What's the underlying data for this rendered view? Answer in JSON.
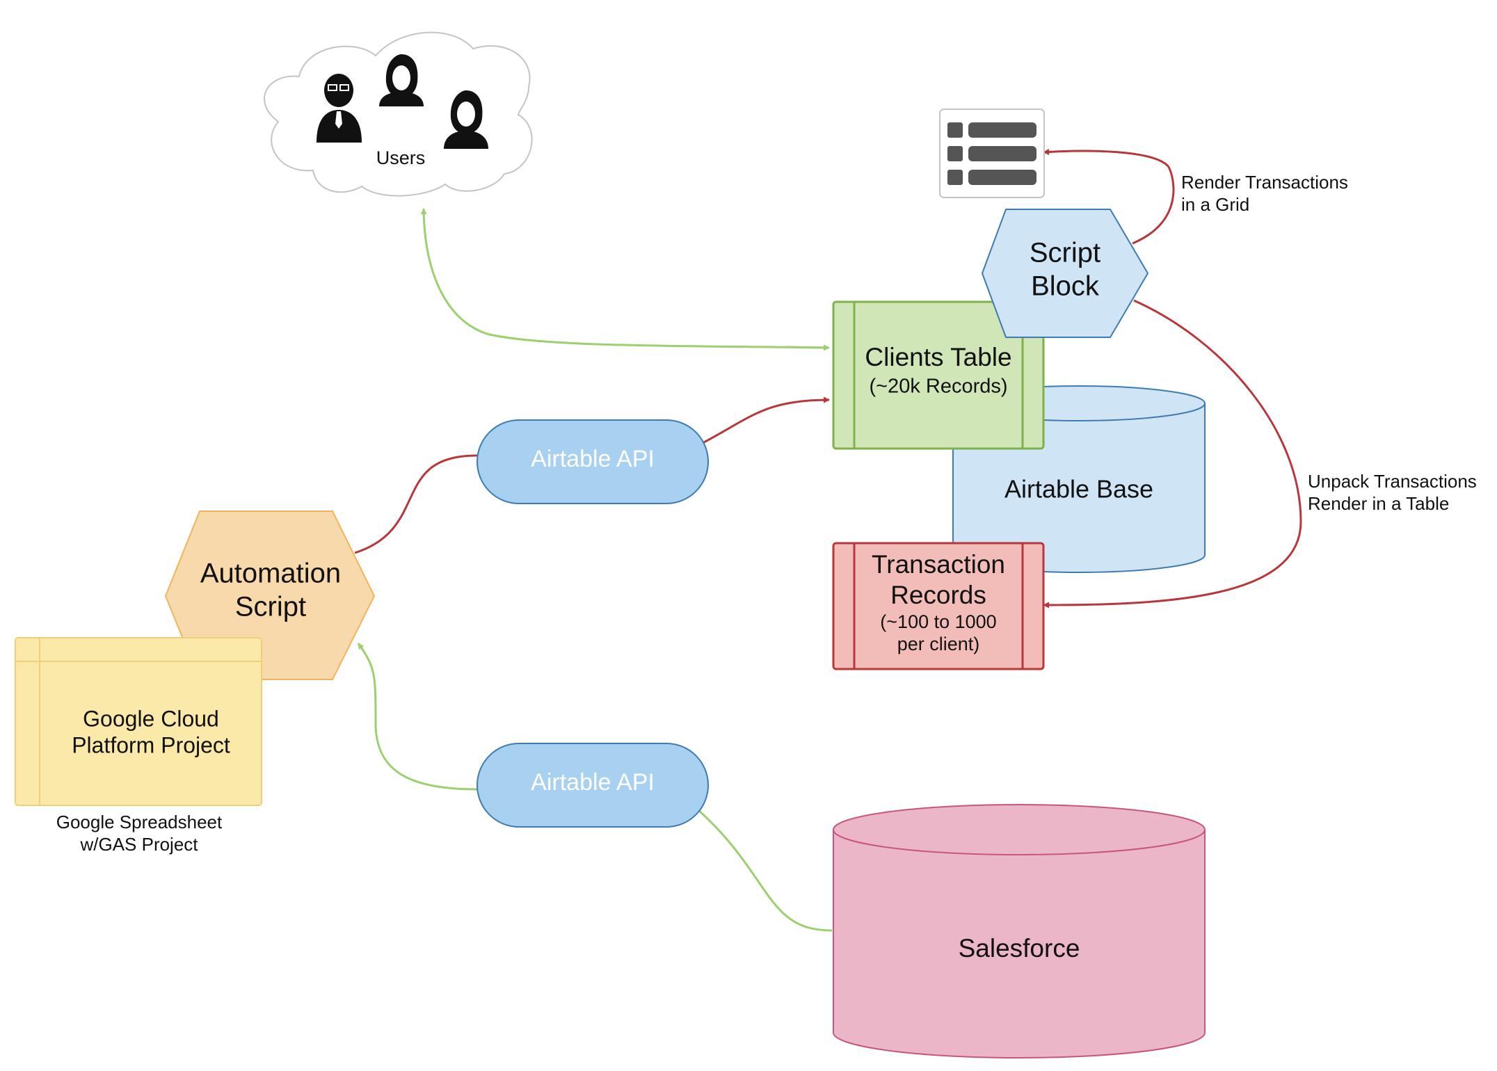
{
  "nodes": {
    "users": {
      "label": "Users"
    },
    "script_block": {
      "label_line1": "Script",
      "label_line2": "Block"
    },
    "clients_table": {
      "title": "Clients Table",
      "subtitle": "(~20k Records)"
    },
    "airtable_base": {
      "label": "Airtable Base"
    },
    "transaction_records": {
      "title_line1": "Transaction",
      "title_line2": "Records",
      "subtitle_line1": "(~100 to 1000",
      "subtitle_line2": "per client)"
    },
    "airtable_api_top": {
      "label": "Airtable API"
    },
    "airtable_api_bottom": {
      "label": "Airtable API"
    },
    "automation_script": {
      "label_line1": "Automation",
      "label_line2": "Script"
    },
    "gcp_project": {
      "label_line1": "Google Cloud",
      "label_line2": "Platform Project",
      "caption_line1": "Google Spreadsheet",
      "caption_line2": "w/GAS Project"
    },
    "salesforce": {
      "label": "Salesforce"
    },
    "grid_icon": {
      "icon": "grid-list-icon"
    }
  },
  "edges": {
    "render_grid": {
      "label_line1": "Render Transactions",
      "label_line2": "in a Grid"
    },
    "unpack": {
      "label_line1": "Unpack Transactions",
      "label_line2": "Render in a Table"
    }
  },
  "colors": {
    "green_edge": "#9ccf6e",
    "red_edge": "#b8373b",
    "blue_fill": "#a8d0f0",
    "light_blue_fill": "#cfe4f5",
    "green_fill": "#d0e6b6",
    "red_fill": "#f2bdb8",
    "orange_fill": "#f7d9ab",
    "yellow_fill": "#fbe9aa",
    "pink_fill": "#ebb6c7"
  }
}
